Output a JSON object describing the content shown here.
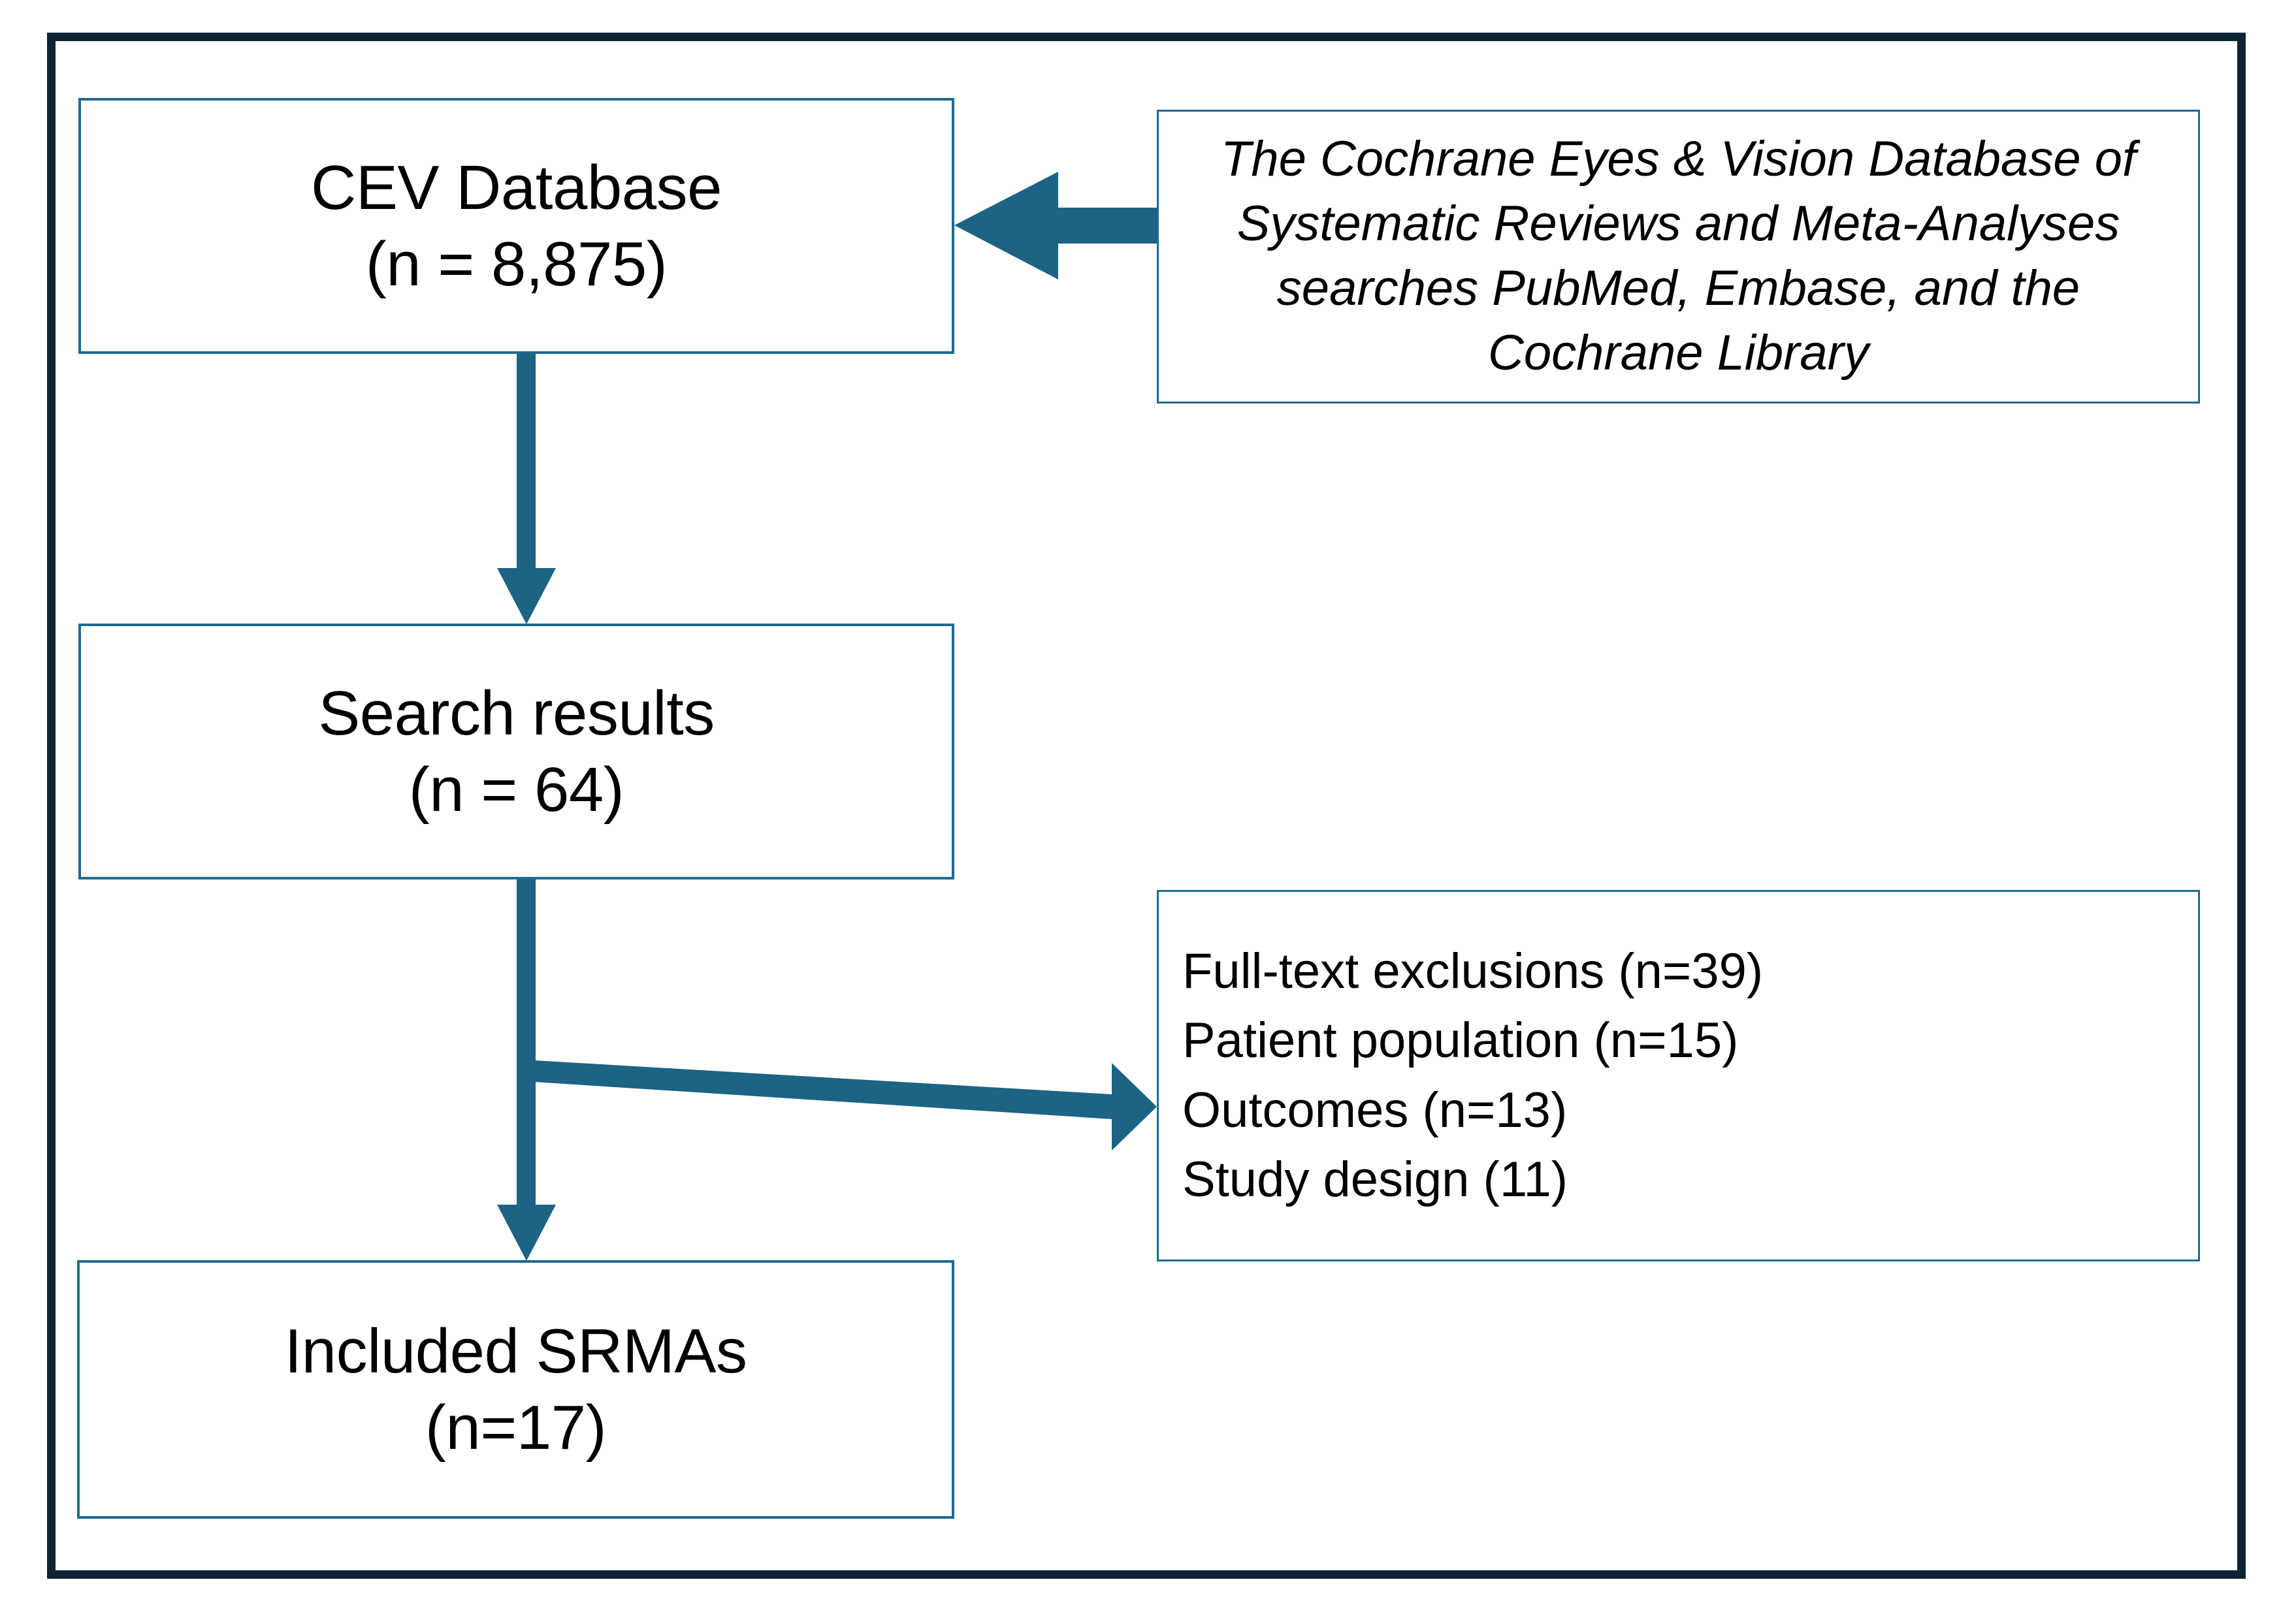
{
  "diagram": {
    "title": "Study selection flow diagram",
    "colors": {
      "outer_frame": "#0d2433",
      "box_border": "#1f6a91",
      "arrow": "#1d6384",
      "text": "#000000",
      "background": "#ffffff"
    }
  },
  "boxes": {
    "cev_database": {
      "name": "CEV Database",
      "line1": "CEV Database",
      "line2": "(n = 8,875)",
      "count": 8875
    },
    "search_results": {
      "name": "Search results",
      "line1": "Search results",
      "line2": "(n = 64)",
      "count": 64
    },
    "included_srmas": {
      "name": "Included SRMAs",
      "line1": "Included SRMAs",
      "line2": "(n=17)",
      "count": 17
    }
  },
  "note": {
    "text": "The Cochrane Eyes & Vision Database of Systematic Reviews and Meta-Analyses searches PubMed, Embase, and the Cochrane Library"
  },
  "exclusions": {
    "lines": [
      "Full-text exclusions (n=39)",
      "Patient population (n=15)",
      "Outcomes (n=13)",
      "Study design (11)"
    ],
    "items": [
      {
        "label": "Full-text exclusions",
        "n": 39
      },
      {
        "label": "Patient population",
        "n": 15
      },
      {
        "label": "Outcomes",
        "n": 13
      },
      {
        "label": "Study design",
        "n": 11
      }
    ]
  },
  "arrows": {
    "note_to_cev": "arrow-left",
    "cev_to_search": "arrow-down",
    "search_to_exclusions": "arrow-right",
    "search_to_included": "arrow-down"
  }
}
